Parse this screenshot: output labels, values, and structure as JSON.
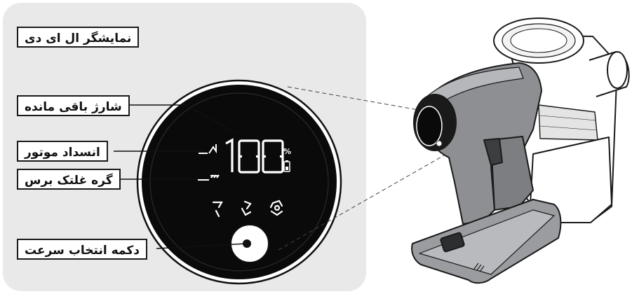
{
  "title_label": "نمایشگر ال ای دی",
  "callouts": {
    "battery": "شارژ باقی مانده",
    "motor": "انسداد موتور",
    "brush": "گره غلتک برس",
    "speed": "دکمه انتخاب سرعت"
  },
  "display": {
    "value": "100",
    "percent_sign": "%",
    "icons": [
      "motor-blockage-icon",
      "brush-tangle-icon",
      "fan-speed-low-icon",
      "fan-speed-medium-icon",
      "fan-speed-high-icon",
      "battery-icon"
    ]
  },
  "colors": {
    "panel": "#e9e9ea",
    "display": "#0a0a0a",
    "segments": "#ffffff",
    "device_body": "#8d8f93"
  }
}
